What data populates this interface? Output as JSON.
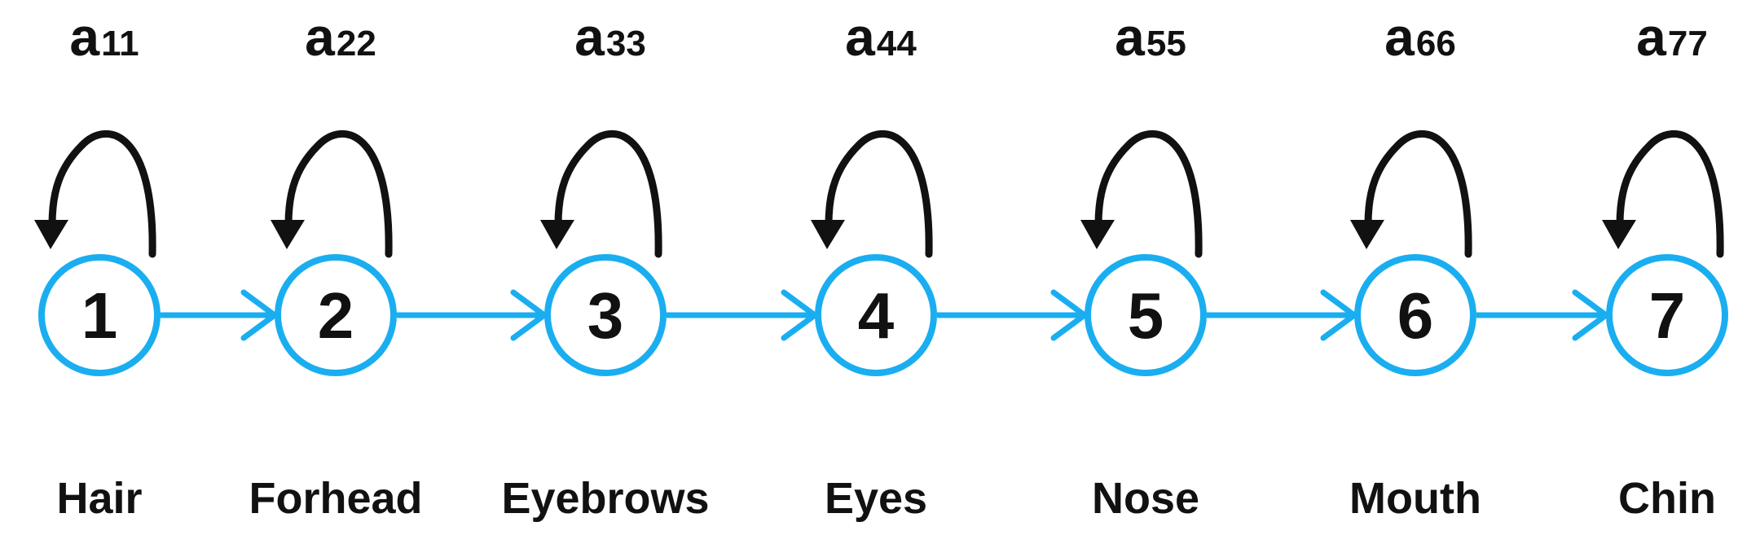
{
  "colors": {
    "state_stroke": "#1aaef0",
    "edge": "#1aaef0",
    "loop": "#111111",
    "text": "#111111"
  },
  "states": [
    {
      "number": "1",
      "region": "Hair",
      "self_loop": {
        "symbol": "a",
        "index": "11"
      }
    },
    {
      "number": "2",
      "region": "Forhead",
      "self_loop": {
        "symbol": "a",
        "index": "22"
      }
    },
    {
      "number": "3",
      "region": "Eyebrows",
      "self_loop": {
        "symbol": "a",
        "index": "33"
      }
    },
    {
      "number": "4",
      "region": "Eyes",
      "self_loop": {
        "symbol": "a",
        "index": "44"
      }
    },
    {
      "number": "5",
      "region": "Nose",
      "self_loop": {
        "symbol": "a",
        "index": "55"
      }
    },
    {
      "number": "6",
      "region": "Mouth",
      "self_loop": {
        "symbol": "a",
        "index": "66"
      }
    },
    {
      "number": "7",
      "region": "Chin",
      "self_loop": {
        "symbol": "a",
        "index": "77"
      }
    }
  ],
  "transitions": [
    {
      "from": "1",
      "to": "2"
    },
    {
      "from": "2",
      "to": "3"
    },
    {
      "from": "3",
      "to": "4"
    },
    {
      "from": "4",
      "to": "5"
    },
    {
      "from": "5",
      "to": "6"
    },
    {
      "from": "6",
      "to": "7"
    }
  ]
}
